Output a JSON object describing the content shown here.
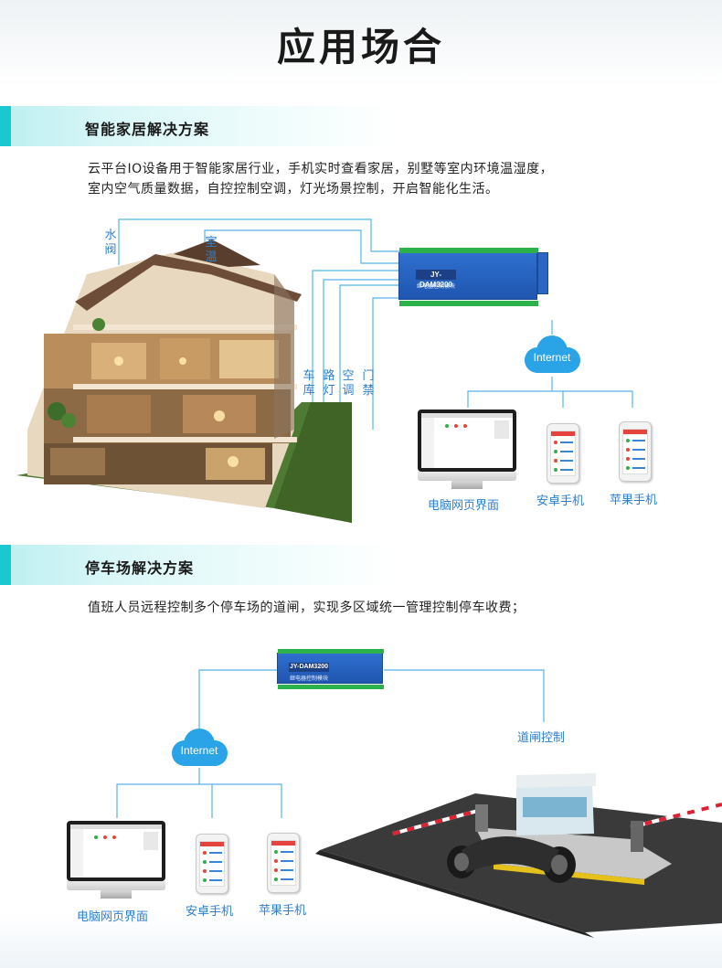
{
  "page": {
    "title": "应用场合"
  },
  "smart_home": {
    "heading": "智能家居解决方案",
    "description_lines": [
      "云平台IO设备用于智能家居行业，手机实时查看家居，别墅等室内环境温湿度，",
      "室内空气质量数据，自控控制空调，灯光场景控制，开启智能化生活。"
    ],
    "labels": {
      "water_valve": "水阀",
      "room_temp": "室温",
      "garage": "车库",
      "street_light": "路灯",
      "air_con": "空调",
      "access": "门禁"
    },
    "board": {
      "model": "JY-DAM3200",
      "subtitle": "继电器控制模块"
    },
    "cloud": "Internet",
    "devices": {
      "pc": "电脑网页界面",
      "android": "安卓手机",
      "apple": "苹果手机"
    }
  },
  "parking": {
    "heading": "停车场解决方案",
    "description": "值班人员远程控制多个停车场的道闸，实现多区域统一管理控制停车收费；",
    "board": {
      "model": "JY-DAM3200",
      "subtitle": "继电器控制模块"
    },
    "cloud": "Internet",
    "gate_label": "道闸控制",
    "devices": {
      "pc": "电脑网页界面",
      "android": "安卓手机",
      "apple": "苹果手机"
    }
  },
  "colors": {
    "accent": "#1ac8cf",
    "label_blue": "#2b7fd1",
    "cloud_blue": "#2aa4e6",
    "board_blue": "#2a66c4"
  }
}
